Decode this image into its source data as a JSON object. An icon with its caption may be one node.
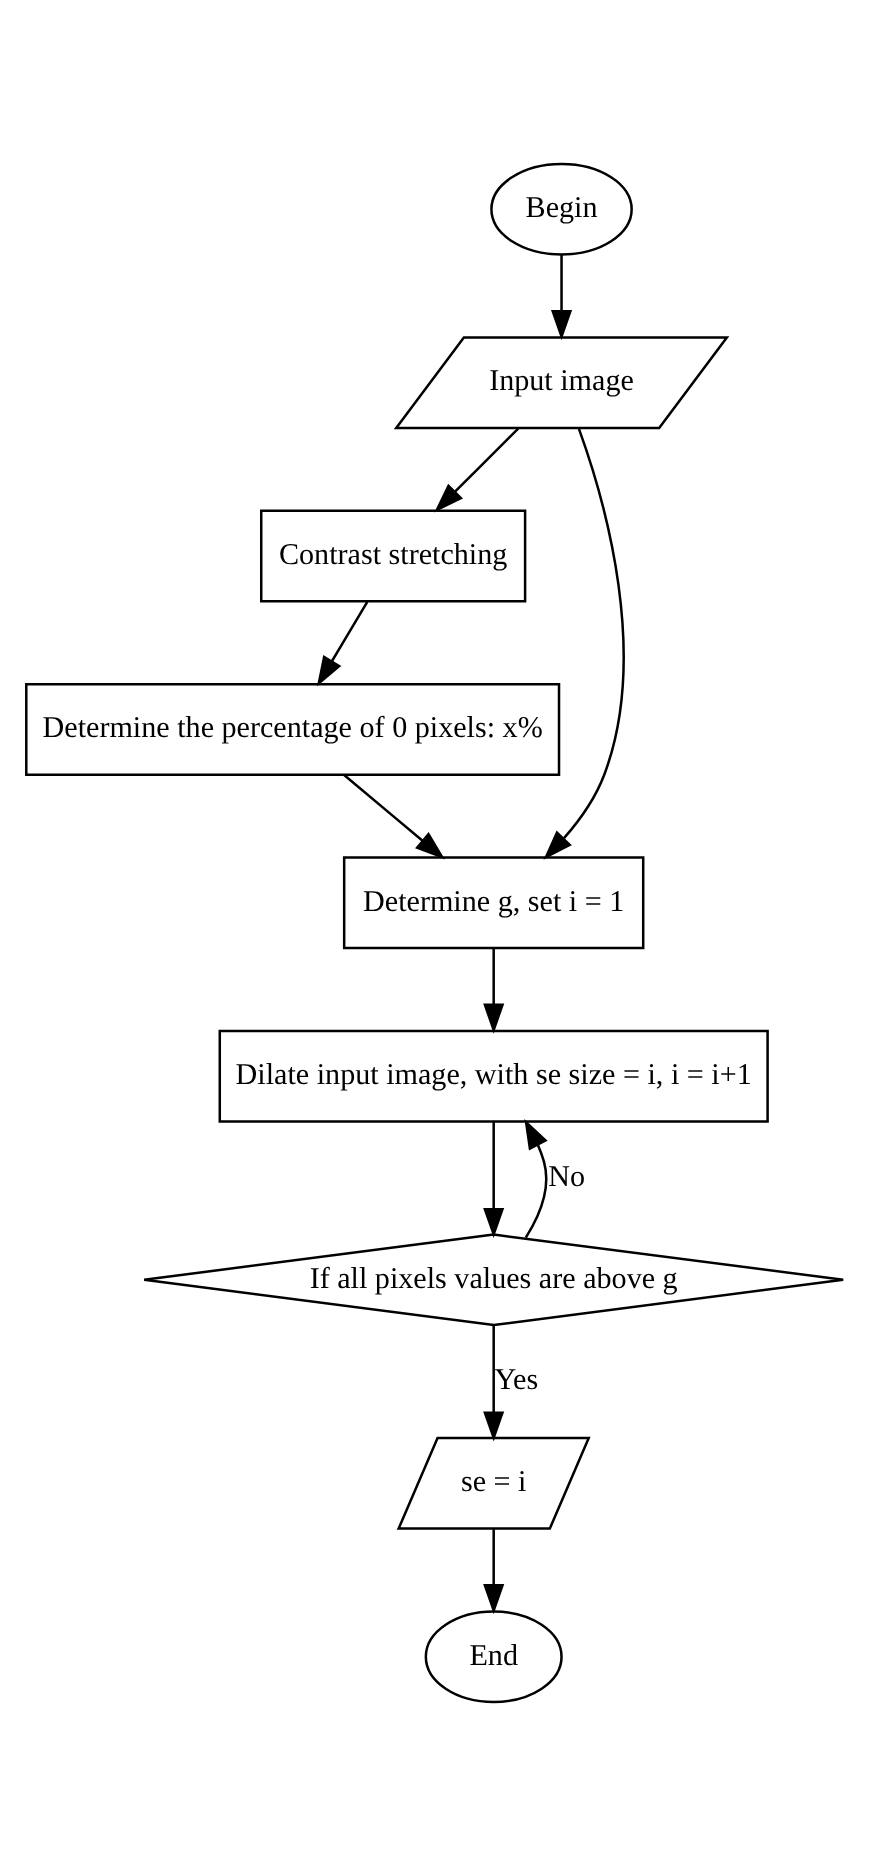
{
  "diagram": {
    "nodes": [
      {
        "text": [
          "Begin"
        ]
      },
      {
        "text": [
          "Input image"
        ]
      },
      {
        "text": [
          "Contrast stretching"
        ]
      },
      {
        "text": [
          "Determine the percentage of 0 pixels: x%"
        ]
      },
      {
        "text": [
          "Determine g, set i = 1"
        ]
      },
      {
        "text": [
          "Dilate input image, with se size = i, i = i+1"
        ]
      },
      {
        "text": [
          "If all pixels values are above g"
        ]
      },
      {
        "text": [
          "se = i"
        ]
      },
      {
        "text": [
          "End"
        ]
      }
    ],
    "edges": [
      {
        "from": 0,
        "to": 1,
        "arrow": "to"
      },
      {
        "from": 1,
        "to": 2,
        "arrow": "to"
      },
      {
        "from": 2,
        "to": 3,
        "arrow": "to"
      },
      {
        "from": 3,
        "to": 4,
        "arrow": "to"
      },
      {
        "from": 1,
        "to": 4,
        "arrow": "to"
      },
      {
        "from": 4,
        "to": 5,
        "arrow": "to"
      },
      {
        "from": 5,
        "to": 6,
        "arrow": "to"
      },
      {
        "from": 6,
        "to": 7,
        "label": "Yes",
        "arrow": "to"
      },
      {
        "from": 6,
        "to": 5,
        "label": "No",
        "arrow": "to"
      },
      {
        "from": 7,
        "to": 8,
        "arrow": "to"
      }
    ]
  }
}
